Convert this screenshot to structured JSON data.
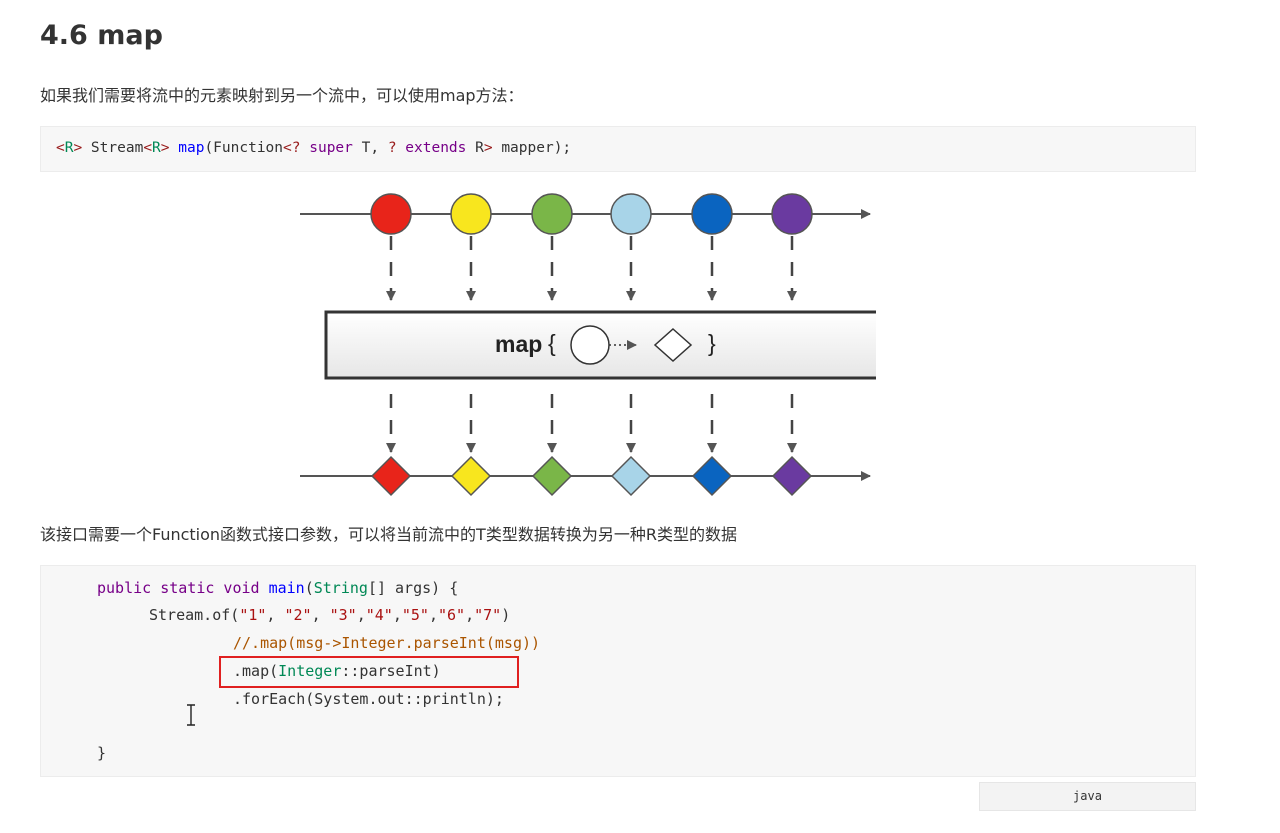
{
  "section": {
    "title": "4.6 map",
    "intro": "如果我们需要将流中的元素映射到另一个流中，可以使用map方法：",
    "description": "该接口需要一个Function函数式接口参数，可以将当前流中的T类型数据转换为另一种R类型的数据"
  },
  "signature": {
    "lt1": "<",
    "gen1": "R",
    "gt1": ">",
    "stream": " Stream",
    "lt2": "<",
    "gen2": "R",
    "gt2": "> ",
    "method": "map",
    "open": "(Function",
    "lt3": "<",
    "wild1": "?",
    "sup": " super",
    "t": " T, ",
    "wild2": "?",
    "ext": " extends",
    "r": " R",
    "gt3": ">",
    "rest": " mapper);"
  },
  "diagram": {
    "box_label": "map",
    "brace_open": "{",
    "brace_close": "}",
    "colors": [
      "#e8241a",
      "#f8e61e",
      "#7ab648",
      "#a8d4e8",
      "#0a64c0",
      "#6a3aa0"
    ]
  },
  "code": {
    "l1_public": "public",
    "l1_static": " static",
    "l1_void": " void",
    "l1_main": " main",
    "l1_paren": "(",
    "l1_string": "String",
    "l1_rest": "[] args) {",
    "l2_pre": "Stream.of(",
    "l2_s1": "\"1\"",
    "l2_c1": ", ",
    "l2_s2": "\"2\"",
    "l2_c2": ", ",
    "l2_s3": "\"3\"",
    "l2_c3": ",",
    "l2_s4": "\"4\"",
    "l2_c4": ",",
    "l2_s5": "\"5\"",
    "l2_c5": ",",
    "l2_s6": "\"6\"",
    "l2_c6": ",",
    "l2_s7": "\"7\"",
    "l2_end": ")",
    "l3_comment": "//.map(msg->Integer.parseInt(msg))",
    "l4_pre": ".map(",
    "l4_type": "Integer",
    "l4_rest": "::parseInt)",
    "l5": ".forEach(System.out::println);",
    "l6": "}"
  },
  "lang_label": "java"
}
